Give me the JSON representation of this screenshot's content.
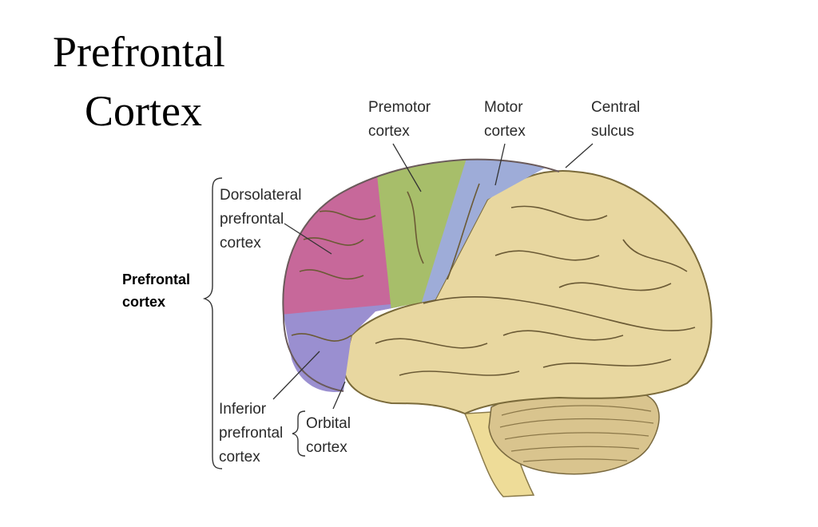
{
  "title": {
    "line1": "Prefrontal",
    "line2": "Cortex"
  },
  "labels": {
    "premotor": [
      "Premotor",
      "cortex"
    ],
    "motor": [
      "Motor",
      "cortex"
    ],
    "central_sulcus": [
      "Central",
      "sulcus"
    ],
    "dorsolateral": [
      "Dorsolateral",
      "prefrontal",
      "cortex"
    ],
    "prefrontal_group": [
      "Prefrontal",
      "cortex"
    ],
    "inferior": [
      "Inferior",
      "prefrontal",
      "cortex"
    ],
    "orbital": [
      "Orbital",
      "cortex"
    ]
  },
  "colors": {
    "dorsolateral": "#c7689a",
    "inferior": "#9a8fd0",
    "premotor": "#a7be6a",
    "motor": "#9eacd8",
    "brain": "#e8d7a0",
    "cerebellum": "#d9c48e",
    "brainstem": "#eedc98"
  }
}
